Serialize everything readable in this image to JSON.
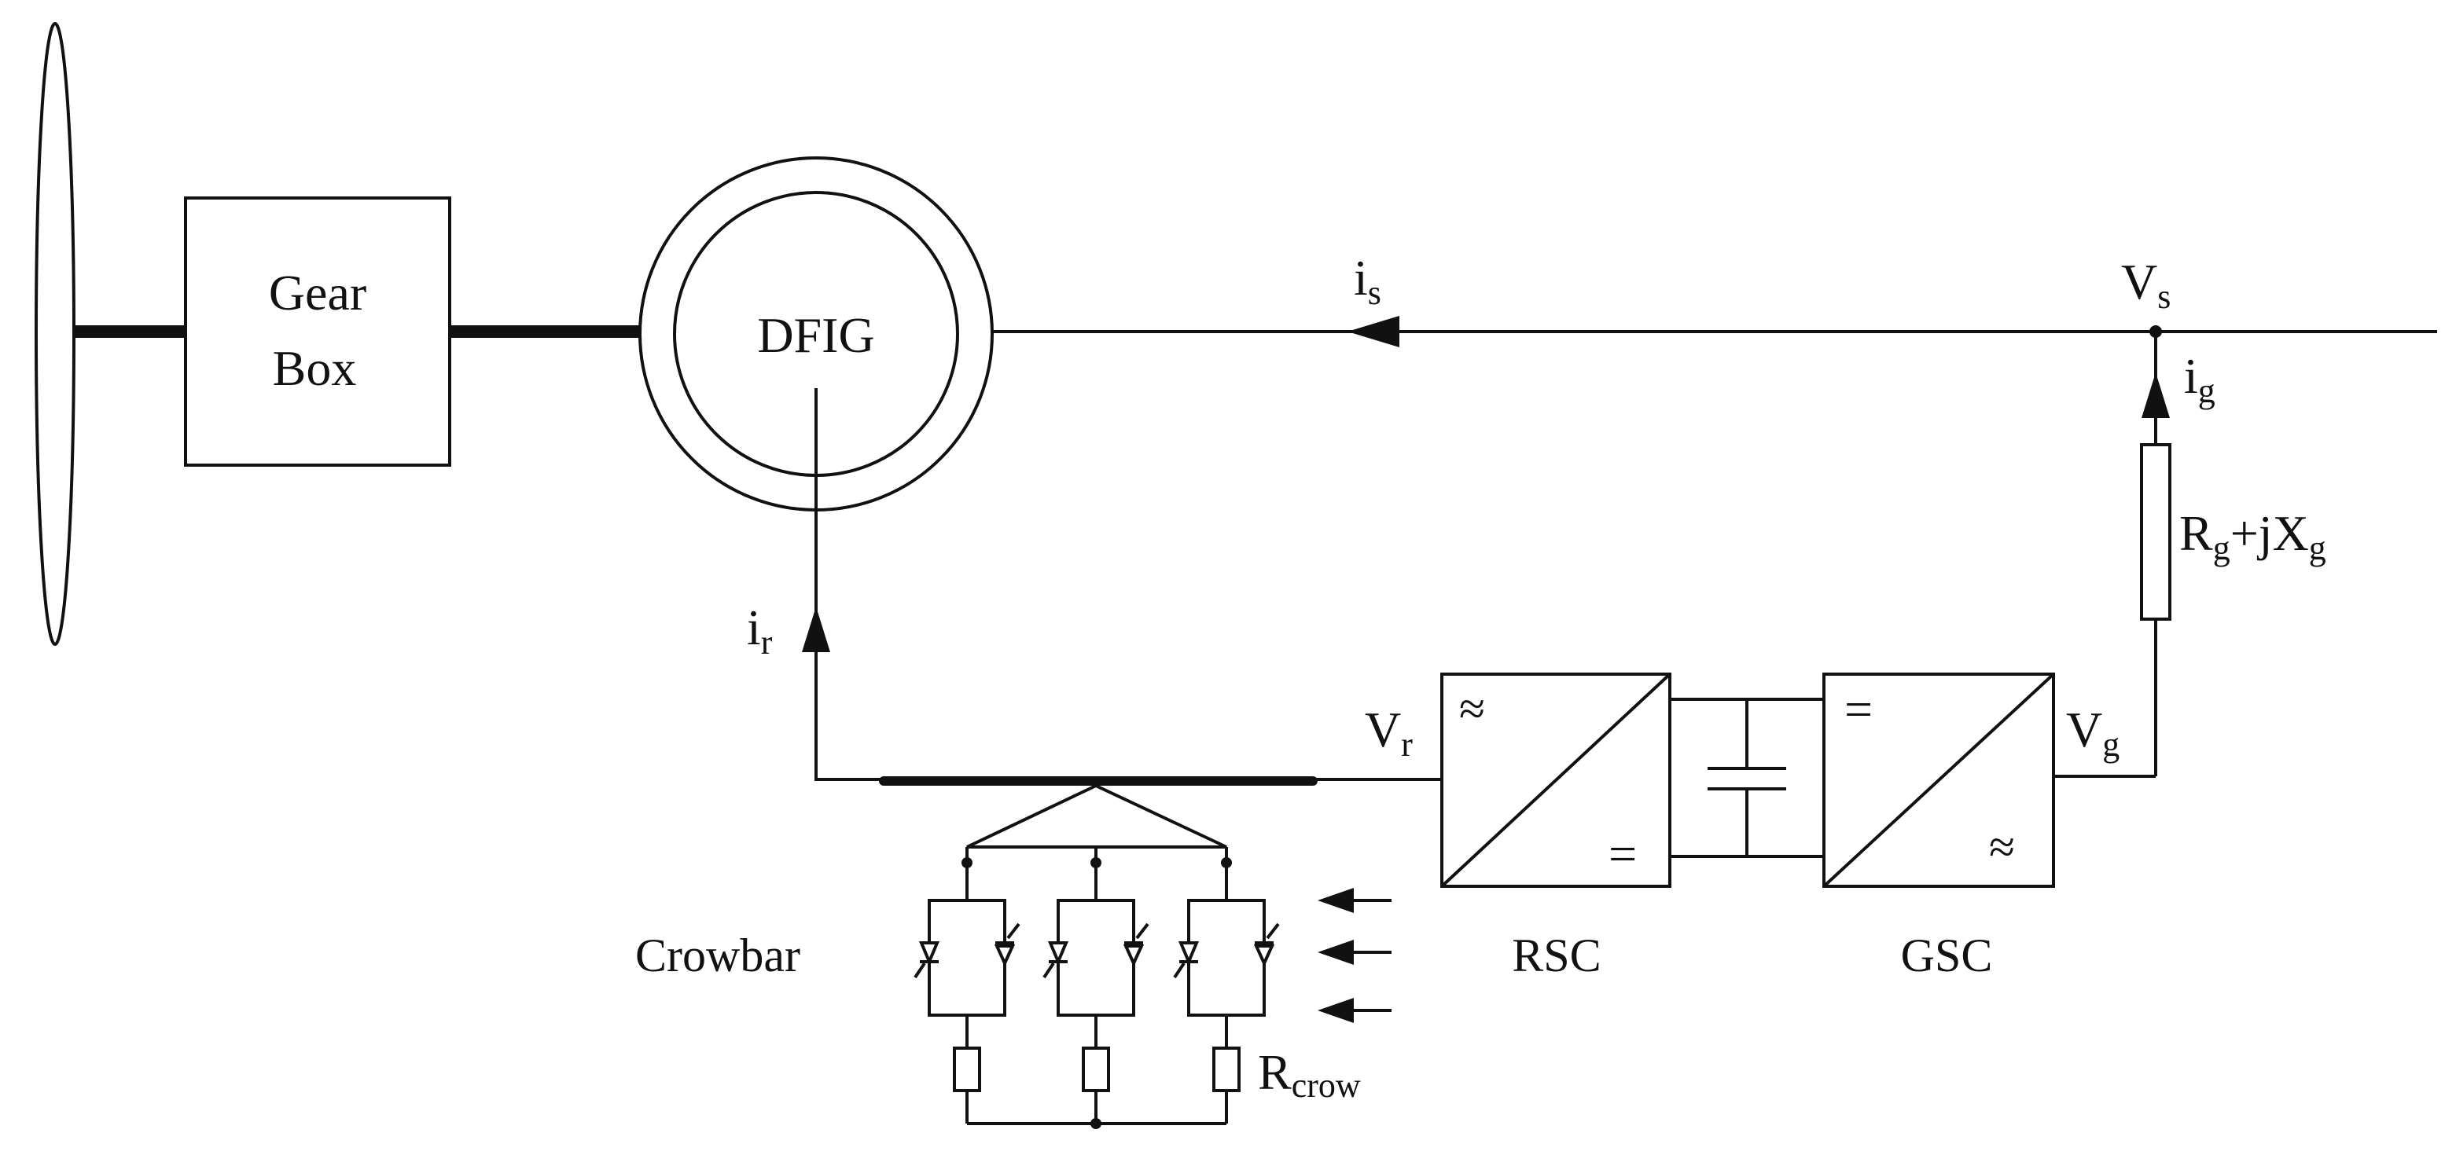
{
  "blocks": {
    "gearbox": {
      "line1": "Gear",
      "line2": "Box"
    },
    "generator": "DFIG",
    "rsc": "RSC",
    "gsc": "GSC",
    "crowbar": "Crowbar"
  },
  "symbols": {
    "is": {
      "base": "i",
      "sub": "s"
    },
    "vs": {
      "base": "V",
      "sub": "s"
    },
    "ig": {
      "base": "i",
      "sub": "g"
    },
    "ir": {
      "base": "i",
      "sub": "r"
    },
    "vr": {
      "base": "V",
      "sub": "r"
    },
    "vg": {
      "base": "V",
      "sub": "g"
    },
    "impedance": {
      "r": "R",
      "rsub": "g",
      "mid": "+jX",
      "xsub": "g"
    },
    "rcrow": {
      "base": "R",
      "sub": "crow"
    }
  },
  "converter_marks": {
    "ac": "≈",
    "dc": "="
  }
}
